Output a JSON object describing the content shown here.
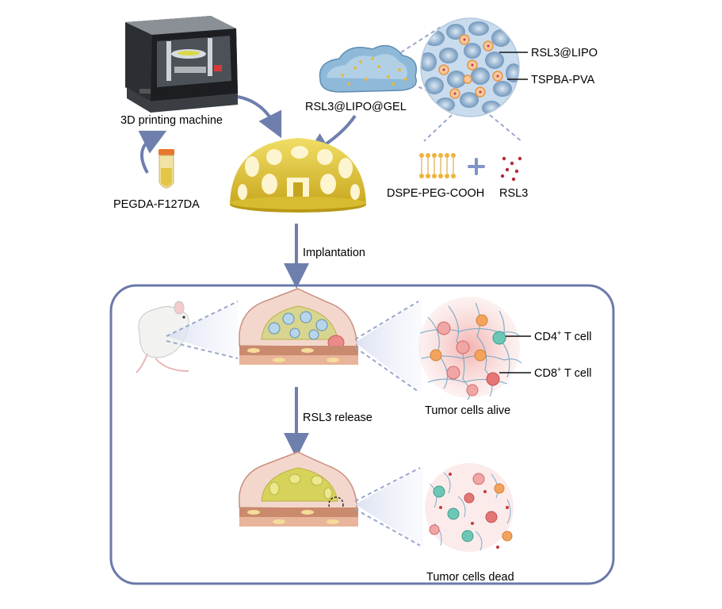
{
  "labels": {
    "printer": "3D printing machine",
    "pegda": "PEGDA-F127DA",
    "gel": "RSL3@LIPO@GEL",
    "lipo": "RSL3@LIPO",
    "tspba": "TSPBA-PVA",
    "dspe": "DSPE-PEG-COOH",
    "rsl3": "RSL3",
    "implantation": "Implantation",
    "cd4_prefix": "CD4",
    "cd4_sup": "+",
    "cd4_suffix": " T cell",
    "cd8_prefix": "CD8",
    "cd8_sup": "+",
    "cd8_suffix": " T cell",
    "alive": "Tumor cells alive",
    "release": "RSL3 release",
    "dead": "Tumor cells dead"
  },
  "colors": {
    "arrow": "#6f7fad",
    "frame": "#6a79a8",
    "scaffold": "#e3c83a",
    "gel_blue": "#9fc4de",
    "tumor_red": "#e57676",
    "tcell_teal": "#6cc7b7",
    "liposome_orange": "#f4a35c"
  }
}
